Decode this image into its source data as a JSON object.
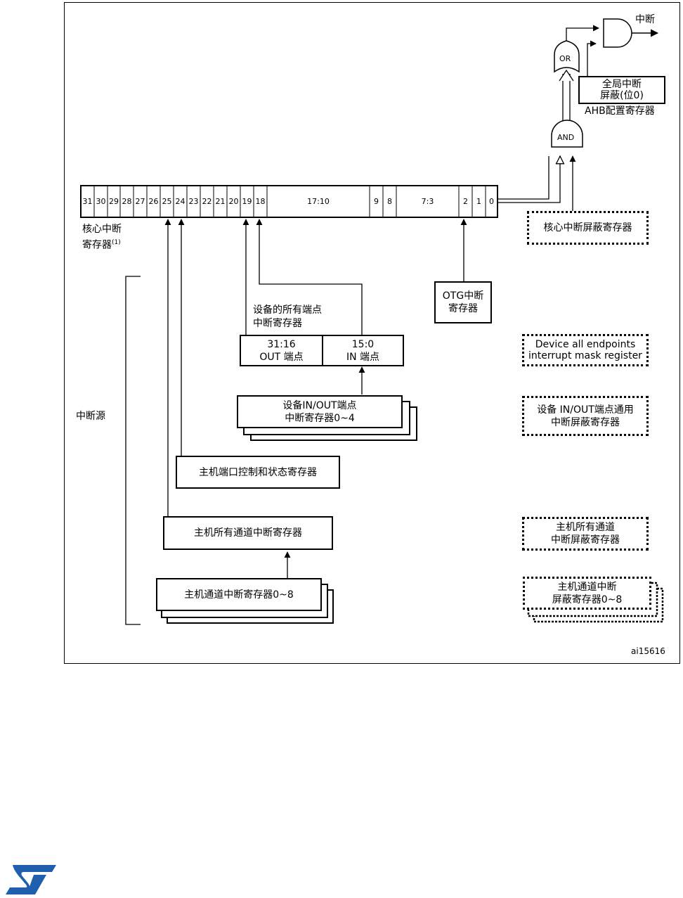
{
  "output": {
    "interrupt": "中断"
  },
  "gates": {
    "or": "OR",
    "and": "AND"
  },
  "global_mask": {
    "line1": "全局中断",
    "line2": "屏蔽(位0)",
    "caption": "AHB配置寄存器"
  },
  "core_register": {
    "bits": [
      "31",
      "30",
      "29",
      "28",
      "27",
      "26",
      "25",
      "24",
      "23",
      "22",
      "21",
      "20",
      "19",
      "18",
      "17:10",
      "9",
      "8",
      "7:3",
      "2",
      "1",
      "0"
    ],
    "label_line1": "核心中断",
    "label_line2": "寄存器",
    "label_sup": "(1)"
  },
  "core_mask": {
    "label": "核心中断屏蔽寄存器"
  },
  "otg": {
    "line1": "OTG中断",
    "line2": "寄存器"
  },
  "daint": {
    "title_line1": "设备的所有端点",
    "title_line2": "中断寄存器",
    "out_line1": "31:16",
    "out_line2": "OUT 端点",
    "in_line1": "15:0",
    "in_line2": "IN 端点"
  },
  "daint_mask": {
    "line1": "Device all endpoints",
    "line2": "interrupt mask register"
  },
  "ep_regs": {
    "line1": "设备IN/OUT端点",
    "line2": "中断寄存器0~4"
  },
  "ep_mask": {
    "line1": "设备 IN/OUT端点通用",
    "line2": "中断屏蔽寄存器"
  },
  "sources_label": "中断源",
  "hprt": {
    "label": "主机端口控制和状态寄存器"
  },
  "haint": {
    "label": "主机所有通道中断寄存器"
  },
  "haint_mask": {
    "line1": "主机所有通道",
    "line2": "中断屏蔽寄存器"
  },
  "hc_regs": {
    "label": "主机通道中断寄存器0~8"
  },
  "hc_mask": {
    "line1": "主机通道中断",
    "line2": "屏蔽寄存器0~8"
  },
  "figure_id": "ai15616",
  "colors": {
    "logo": "#1f5fae",
    "line": "#000000"
  },
  "logo": {
    "text": "ST",
    "icon": "st-logo-icon"
  }
}
